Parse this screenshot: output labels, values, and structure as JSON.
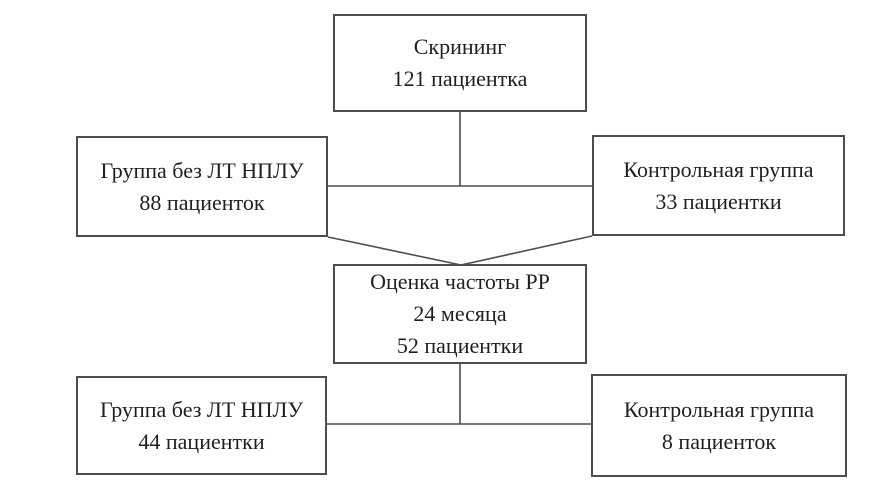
{
  "diagram": {
    "type": "flowchart",
    "language": "ru",
    "boxes": {
      "screening": {
        "lines": [
          "Скрининг",
          "121 пациентка"
        ]
      },
      "group1": {
        "lines": [
          "Группа без ЛТ НПЛУ",
          "88 пациенток"
        ]
      },
      "control1": {
        "lines": [
          "Контрольная группа",
          "33 пациентки"
        ]
      },
      "assessment": {
        "lines": [
          "Оценка частоты РР",
          "24 месяца",
          "52 пациентки"
        ]
      },
      "group2": {
        "lines": [
          "Группа без ЛТ НПЛУ",
          "44 пациентки"
        ]
      },
      "control2": {
        "lines": [
          "Контрольная группа",
          "8 пациенток"
        ]
      }
    },
    "colors": {
      "border": "#4d4d4d",
      "text": "#1f1f1f",
      "background": "#ffffff"
    }
  }
}
